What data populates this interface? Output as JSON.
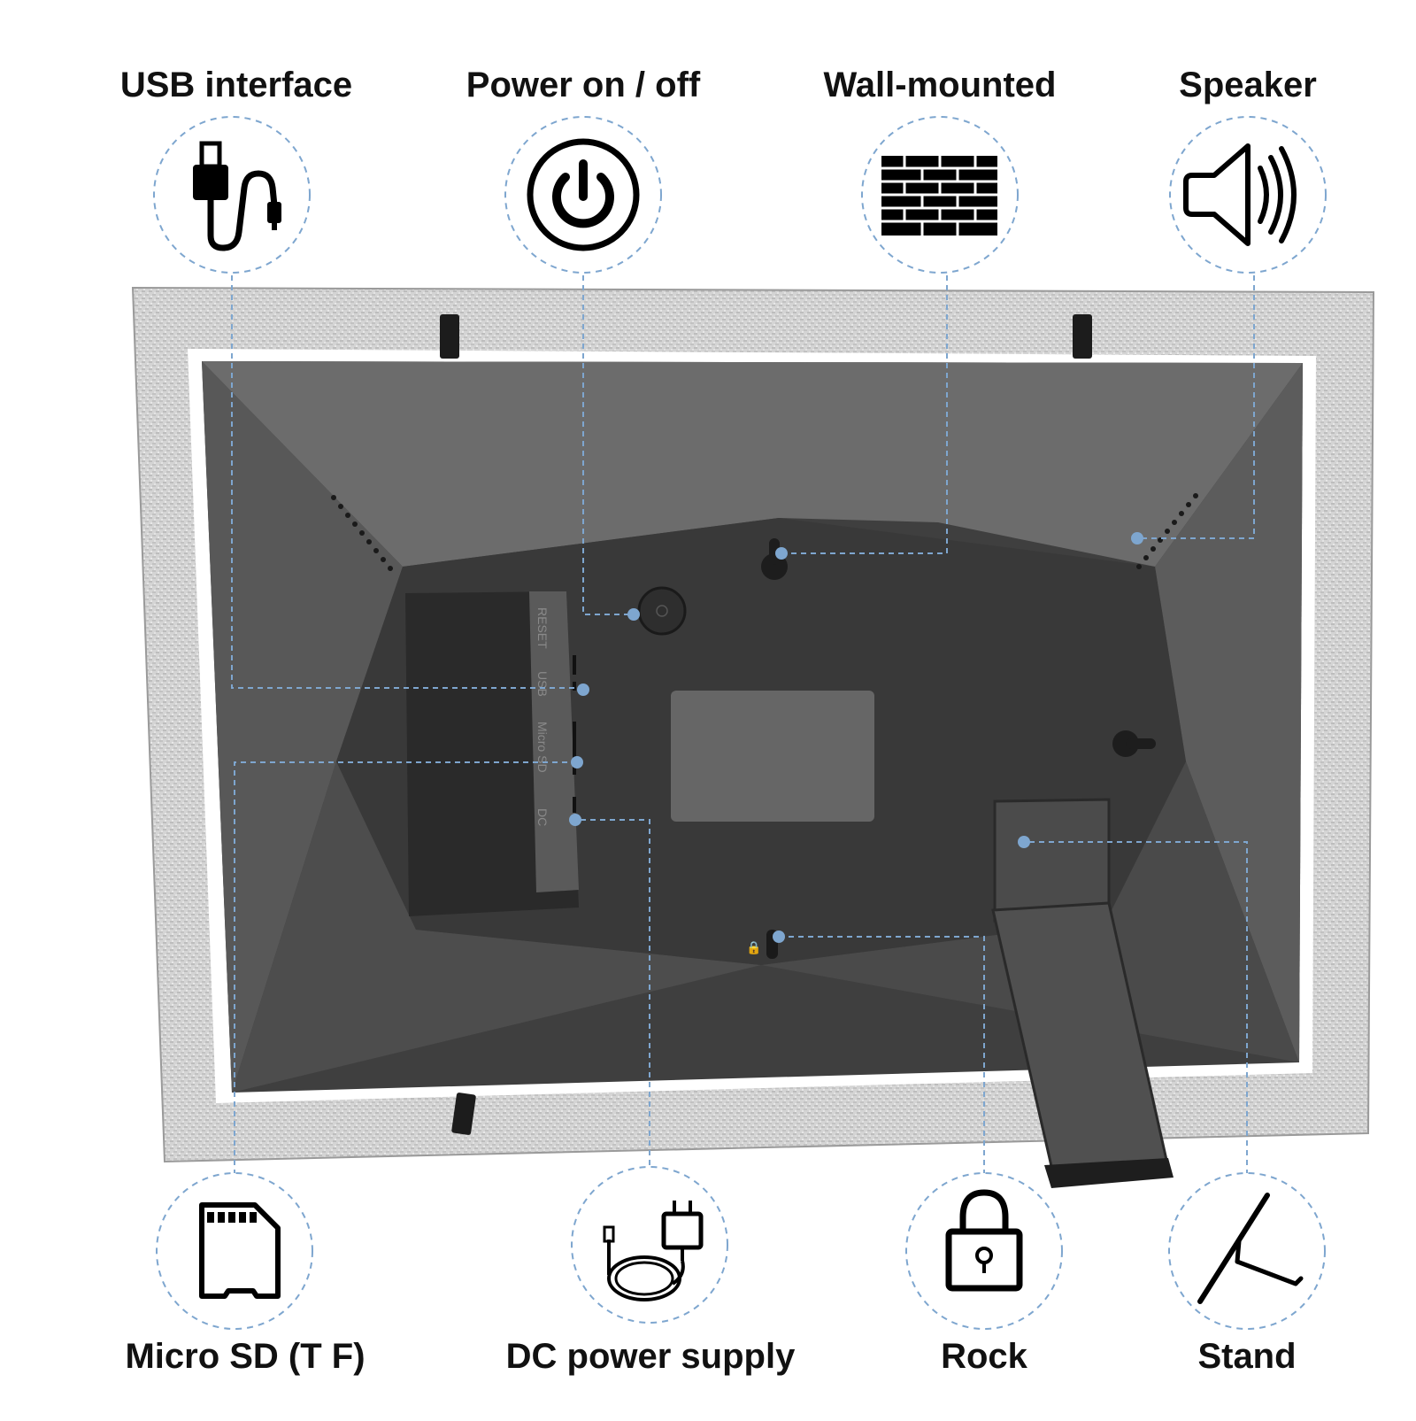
{
  "labels": {
    "usb": "USB interface",
    "power": "Power on / off",
    "wall": "Wall-mounted",
    "speaker": "Speaker",
    "microsd": "Micro SD (T F)",
    "dc": "DC power supply",
    "rock": "Rock",
    "stand": "Stand"
  },
  "port_labels": {
    "reset": "RESET",
    "usb": "USB",
    "microsd": "Micro SD",
    "dc": "DC"
  },
  "icons": {
    "usb": "usb-cable-icon",
    "power": "power-icon",
    "wall": "brick-wall-icon",
    "speaker": "speaker-icon",
    "microsd": "sd-card-icon",
    "dc": "power-adapter-icon",
    "rock": "padlock-icon",
    "stand": "stand-icon"
  },
  "colors": {
    "leader": "#7ea6cf",
    "dot": "#7ea6cf",
    "frame": "#d2d2d2",
    "back_panel": "#4a4a4a"
  }
}
